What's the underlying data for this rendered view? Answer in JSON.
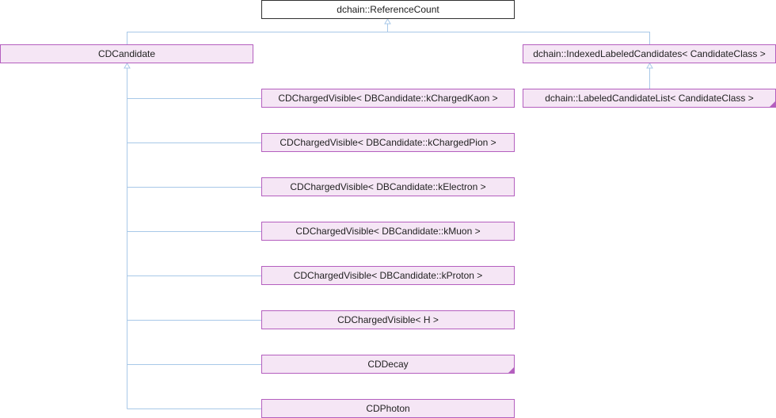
{
  "colors": {
    "node_fill": "#f5e6f5",
    "node_border": "#b45fbf",
    "root_fill": "#ffffff",
    "root_border": "#303030",
    "edge": "#a8c8e8"
  },
  "nodes": {
    "reference_count": "dchain::ReferenceCount",
    "cd_candidate": "CDCandidate",
    "indexed_labeled_candidates": "dchain::IndexedLabeledCandidates< CandidateClass >",
    "labeled_candidate_list": "dchain::LabeledCandidateList< CandidateClass >",
    "charged_kaon": "CDChargedVisible< DBCandidate::kChargedKaon >",
    "charged_pion": "CDChargedVisible< DBCandidate::kChargedPion >",
    "electron": "CDChargedVisible< DBCandidate::kElectron >",
    "muon": "CDChargedVisible< DBCandidate::kMuon >",
    "proton": "CDChargedVisible< DBCandidate::kProton >",
    "charged_h": "CDChargedVisible< H >",
    "decay": "CDDecay",
    "photon": "CDPhoton"
  }
}
